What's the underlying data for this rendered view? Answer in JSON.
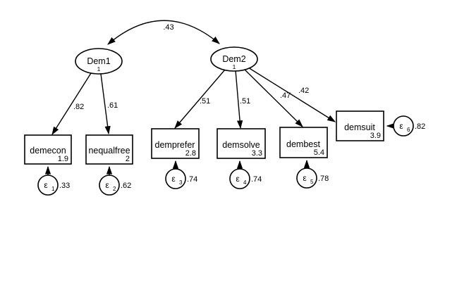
{
  "sem": {
    "covariance_label": ".43",
    "latent": [
      {
        "name": "Dem1",
        "constant": "1"
      },
      {
        "name": "Dem2",
        "constant": "1"
      }
    ],
    "observed": [
      {
        "name": "demecon",
        "intercept": "1.9",
        "loading": ".82"
      },
      {
        "name": "nequalfree",
        "intercept": "2",
        "loading": ".61"
      },
      {
        "name": "demprefer",
        "intercept": "2.8",
        "loading": ".51"
      },
      {
        "name": "demsolve",
        "intercept": "3.3",
        "loading": ".51"
      },
      {
        "name": "dembest",
        "intercept": "5.4",
        "loading": ".47"
      },
      {
        "name": "demsuit",
        "intercept": "3.9",
        "loading": ".42"
      }
    ],
    "errors": [
      {
        "symbol": "ε",
        "sub": "1",
        "variance": ".33"
      },
      {
        "symbol": "ε",
        "sub": "2",
        "variance": ".62"
      },
      {
        "symbol": "ε",
        "sub": "3",
        "variance": ".74"
      },
      {
        "symbol": "ε",
        "sub": "4",
        "variance": ".74"
      },
      {
        "symbol": "ε",
        "sub": "5",
        "variance": ".78"
      },
      {
        "symbol": "ε",
        "sub": "6",
        "variance": ".82"
      }
    ]
  }
}
